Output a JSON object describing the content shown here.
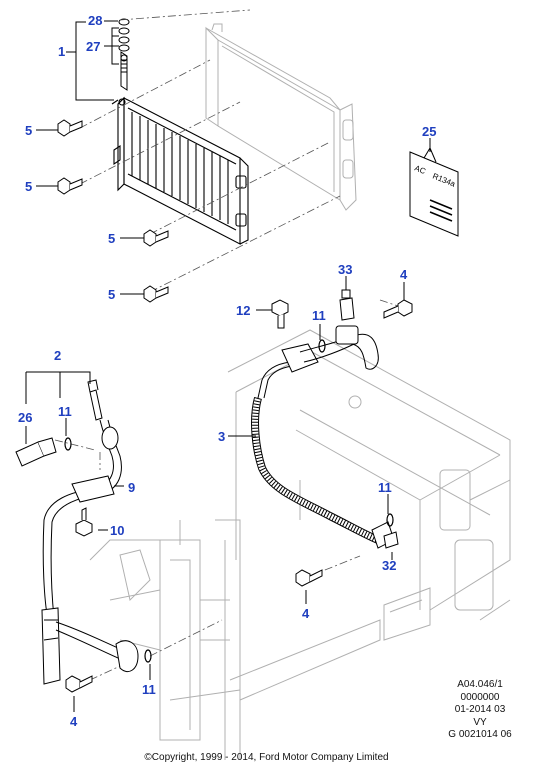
{
  "callouts": {
    "c28": "28",
    "c27": "27",
    "c1": "1",
    "c5a": "5",
    "c5b": "5",
    "c5c": "5",
    "c5d": "5",
    "c25": "25",
    "c33": "33",
    "c4a": "4",
    "c12": "12",
    "c11a": "11",
    "c2": "2",
    "c3": "3",
    "c26": "26",
    "c11b": "11",
    "c9": "9",
    "c10": "10",
    "c11c": "11",
    "c32": "32",
    "c4b": "4",
    "c11d": "11",
    "c4c": "4"
  },
  "label_plate": {
    "line1": "AC",
    "line2": "R134a"
  },
  "reference": {
    "line1": "A04.046/1",
    "line2": "0000000",
    "line3": "01-2014 03",
    "line4": "VY",
    "line5": "G 0021014 06"
  },
  "copyright": "©Copyright, 1999 - 2014, Ford Motor Company Limited",
  "colors": {
    "callout": "#1f3fbf",
    "line": "#000000",
    "ghost": "#b0b0b0"
  }
}
